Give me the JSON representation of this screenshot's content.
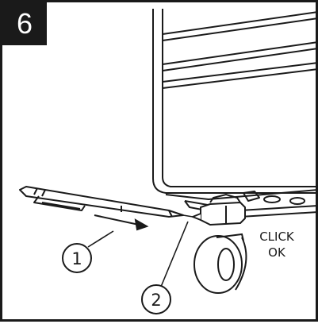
{
  "step": {
    "number": "6"
  },
  "callouts": [
    {
      "number": "1"
    },
    {
      "number": "2"
    }
  ],
  "note": {
    "line1": "CLICK",
    "line2": "OK"
  },
  "icons": {
    "pen": "pen-icon",
    "arrow": "push-arrow-icon",
    "caster": "caster-wheel-icon",
    "locking_clip": "locking-clip-icon"
  },
  "colors": {
    "ink": "#1a1a1a",
    "badge_bg": "#1a1a1a",
    "badge_text": "#ffffff",
    "background": "#ffffff"
  }
}
